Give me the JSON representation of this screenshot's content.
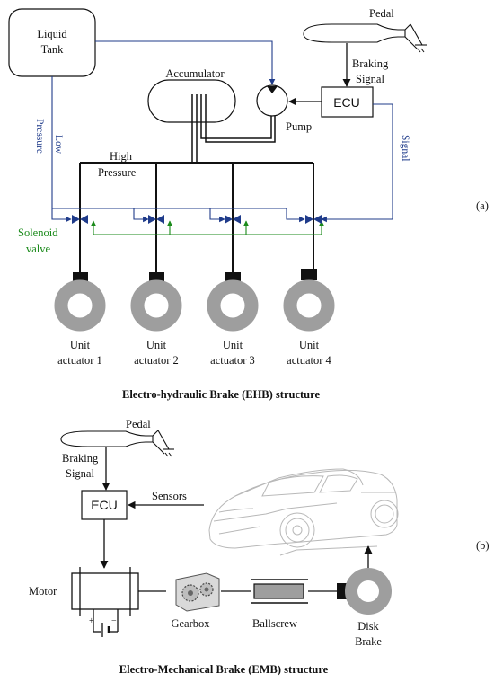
{
  "ehb": {
    "liquid_tank": [
      "Liquid",
      "Tank"
    ],
    "pedal": "Pedal",
    "braking_signal": [
      "Braking",
      "Signal"
    ],
    "accumulator": "Accumulator",
    "ecu": "ECU",
    "pump": "Pump",
    "low_pressure": [
      "Low",
      "Pressure"
    ],
    "high_pressure": [
      "High",
      "Pressure"
    ],
    "signal": "Signal",
    "solenoid_valve": [
      "Solenoid",
      "valve"
    ],
    "units": [
      {
        "line1": "Unit",
        "line2": "actuator 1"
      },
      {
        "line1": "Unit",
        "line2": "actuator 2"
      },
      {
        "line1": "Unit",
        "line2": "actuator 3"
      },
      {
        "line1": "Unit",
        "line2": "actuator 4"
      }
    ],
    "caption": "Electro-hydraulic Brake (EHB) structure",
    "panel_label": "(a)"
  },
  "emb": {
    "pedal": "Pedal",
    "braking_signal": [
      "Braking",
      "Signal"
    ],
    "ecu": "ECU",
    "sensors": "Sensors",
    "motor": "Motor",
    "gearbox": "Gearbox",
    "ballscrew": "Ballscrew",
    "disk_brake": [
      "Disk",
      "Brake"
    ],
    "caption": "Electro-Mechanical Brake (EMB) structure",
    "panel_label": "(b)"
  },
  "colors": {
    "line": "#111111",
    "signal_line": "#1f3b8a",
    "valve_line": "#1a8a1a",
    "disk": "#9e9e9e"
  }
}
